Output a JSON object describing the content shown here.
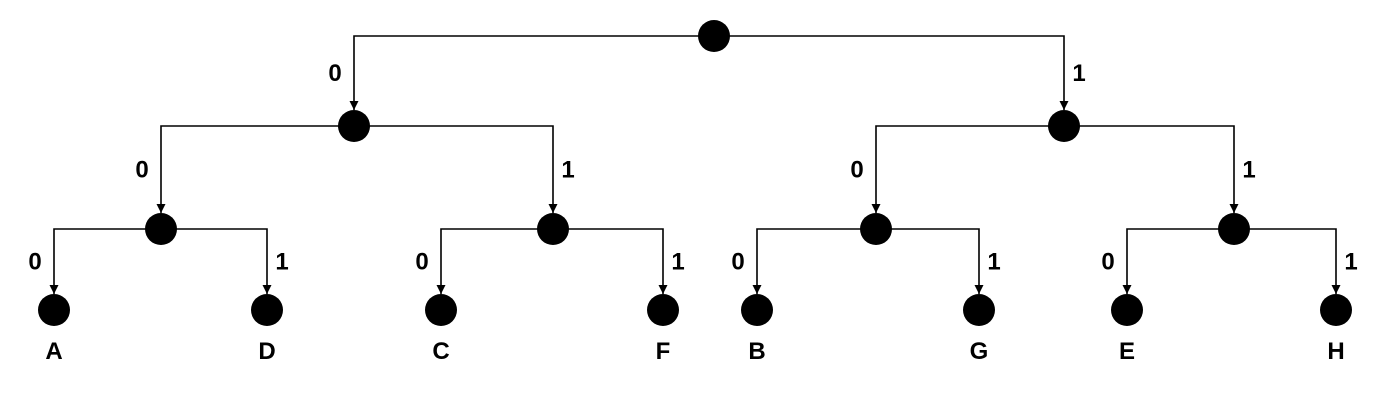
{
  "diagram": {
    "type": "binary-tree",
    "colors": {
      "line": "#000000",
      "node": "#000000",
      "background": "#ffffff"
    },
    "nodes": [
      {
        "id": "n0",
        "leaf": ""
      },
      {
        "id": "n1",
        "leaf": ""
      },
      {
        "id": "n2",
        "leaf": ""
      },
      {
        "id": "n3",
        "leaf": ""
      },
      {
        "id": "n4",
        "leaf": ""
      },
      {
        "id": "n5",
        "leaf": ""
      },
      {
        "id": "n6",
        "leaf": ""
      },
      {
        "id": "n7",
        "leaf": "A"
      },
      {
        "id": "n8",
        "leaf": "D"
      },
      {
        "id": "n9",
        "leaf": "C"
      },
      {
        "id": "n10",
        "leaf": "F"
      },
      {
        "id": "n11",
        "leaf": "B"
      },
      {
        "id": "n12",
        "leaf": "G"
      },
      {
        "id": "n13",
        "leaf": "E"
      },
      {
        "id": "n14",
        "leaf": "H"
      }
    ],
    "edges": [
      {
        "from": "n0",
        "to": "n1",
        "label": "0"
      },
      {
        "from": "n0",
        "to": "n2",
        "label": "1"
      },
      {
        "from": "n1",
        "to": "n3",
        "label": "0"
      },
      {
        "from": "n1",
        "to": "n4",
        "label": "1"
      },
      {
        "from": "n2",
        "to": "n5",
        "label": "0"
      },
      {
        "from": "n2",
        "to": "n6",
        "label": "1"
      },
      {
        "from": "n3",
        "to": "n7",
        "label": "0"
      },
      {
        "from": "n3",
        "to": "n8",
        "label": "1"
      },
      {
        "from": "n4",
        "to": "n9",
        "label": "0"
      },
      {
        "from": "n4",
        "to": "n10",
        "label": "1"
      },
      {
        "from": "n5",
        "to": "n11",
        "label": "0"
      },
      {
        "from": "n5",
        "to": "n12",
        "label": "1"
      },
      {
        "from": "n6",
        "to": "n13",
        "label": "0"
      },
      {
        "from": "n6",
        "to": "n14",
        "label": "1"
      }
    ]
  }
}
